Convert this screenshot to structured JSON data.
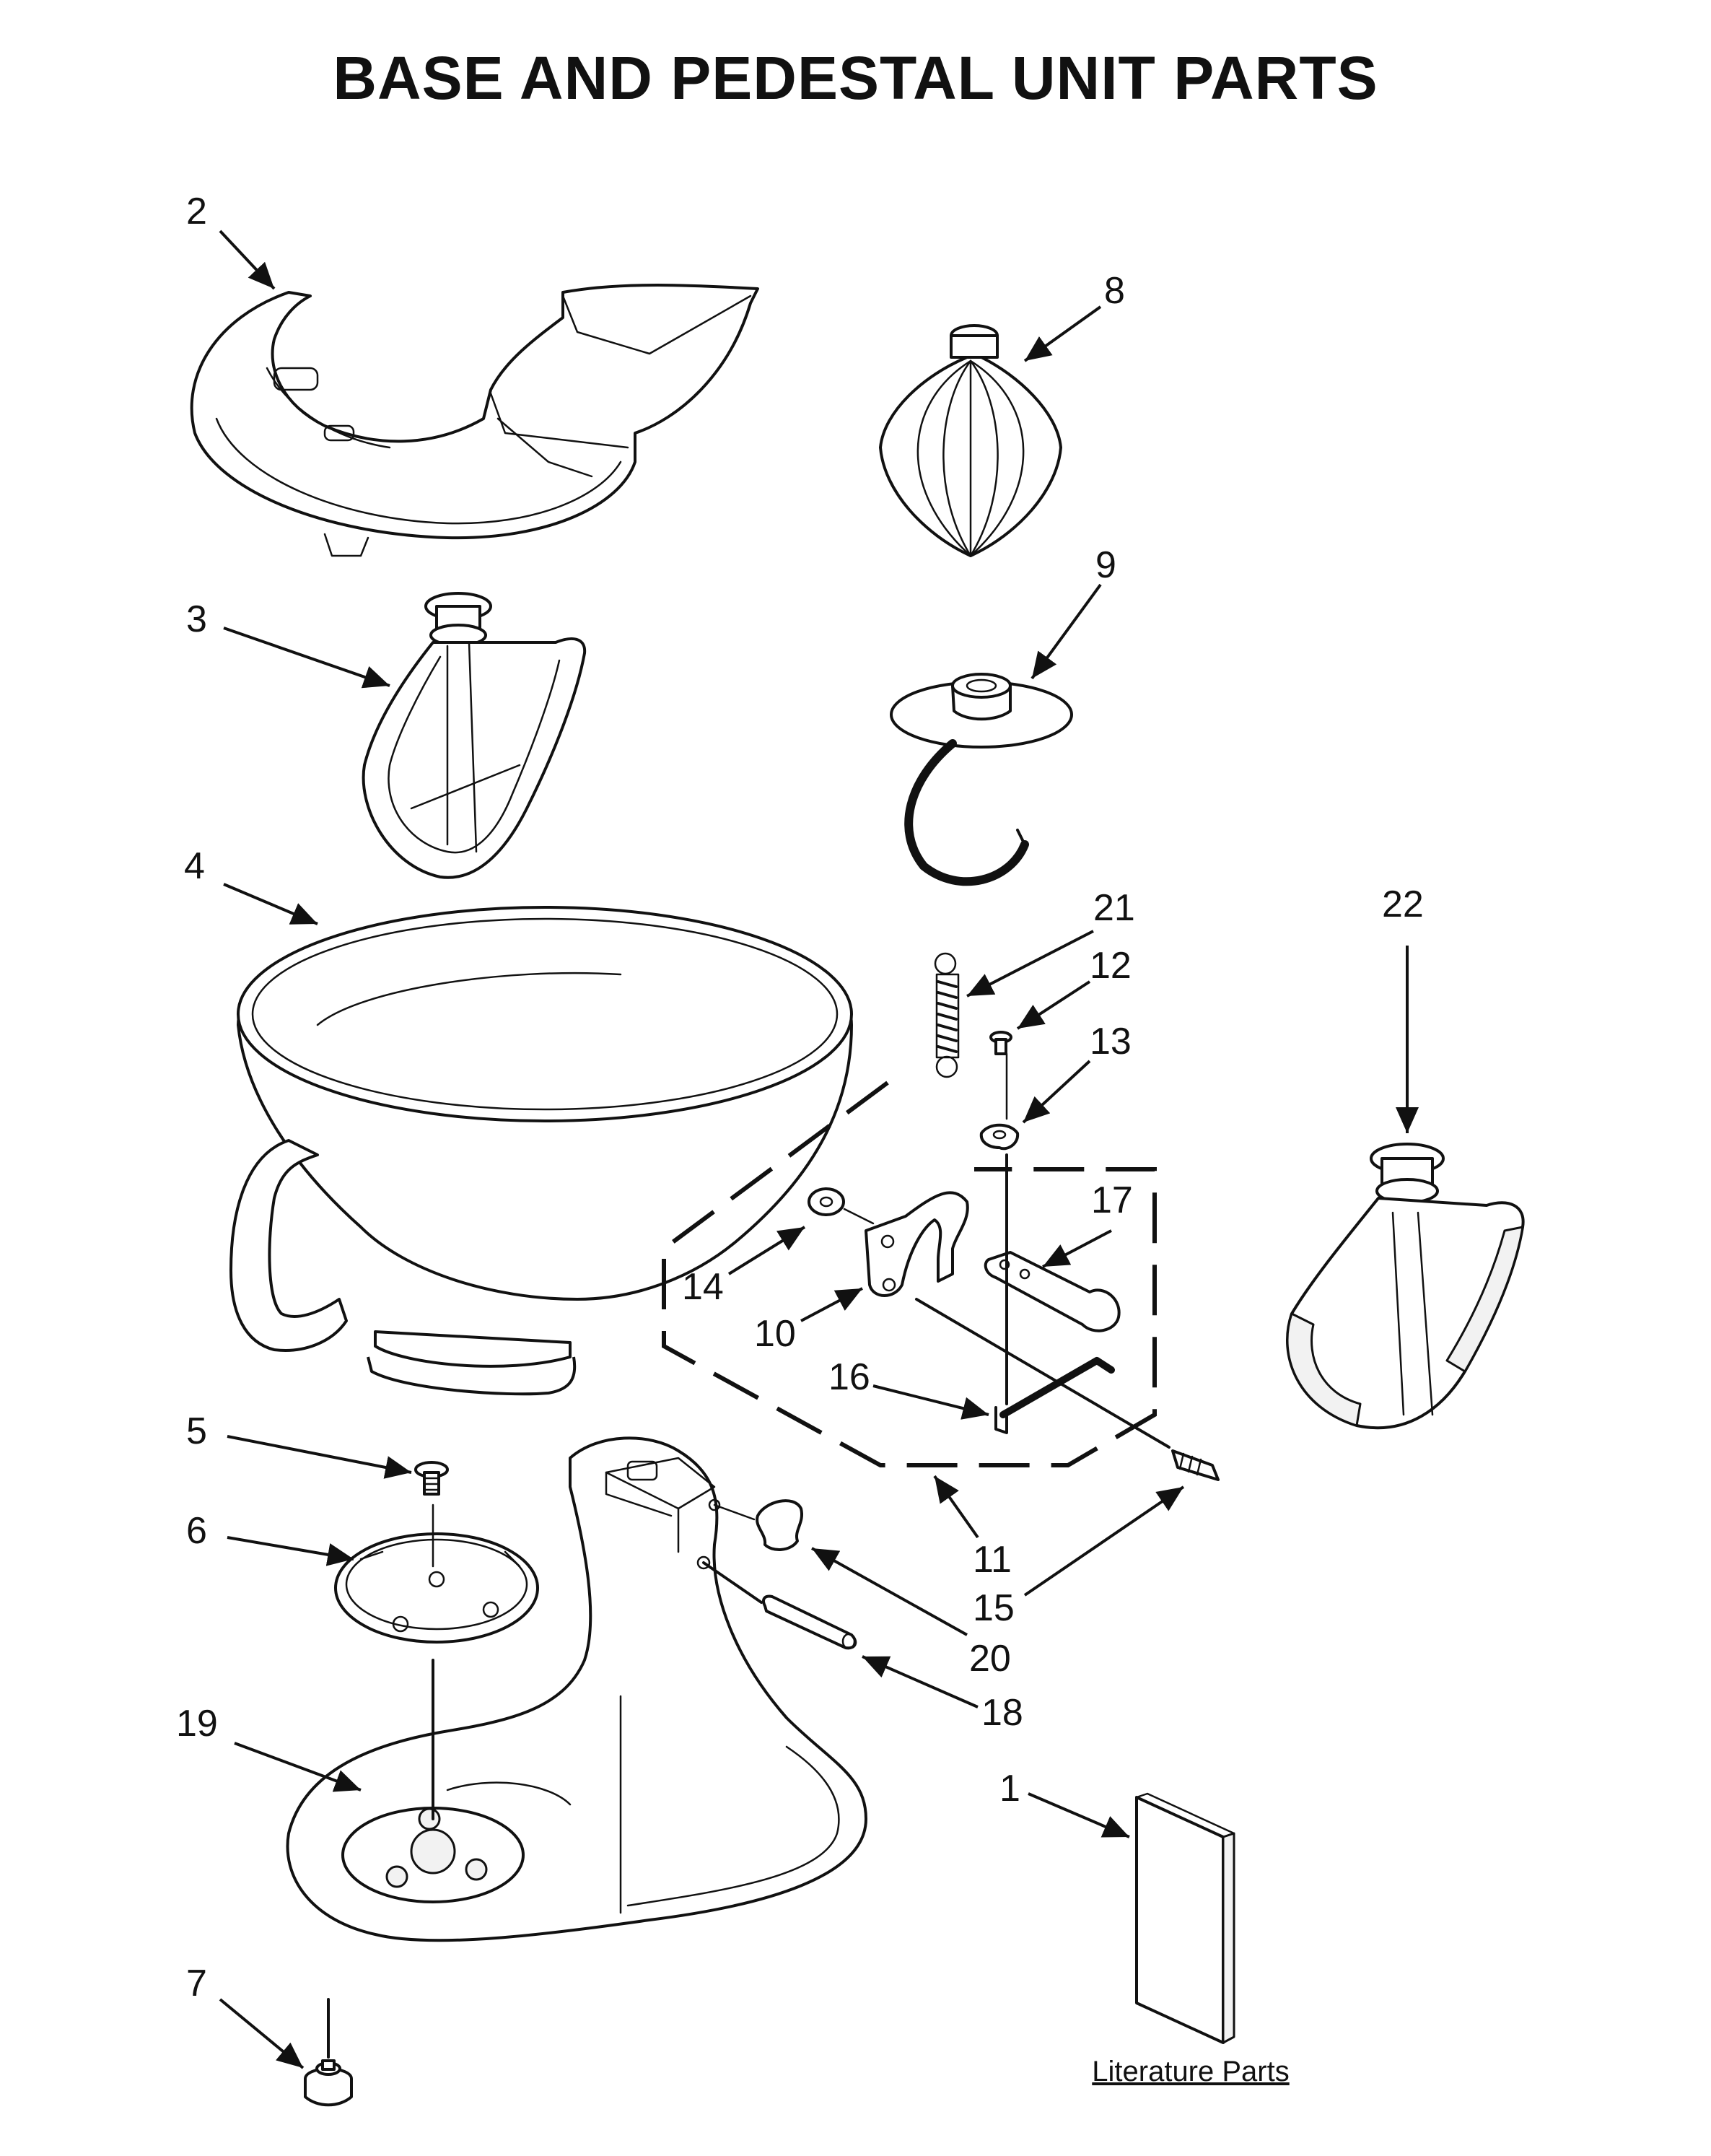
{
  "title": "BASE AND PEDESTAL UNIT PARTS",
  "literature_caption": "Literature Parts",
  "callouts": [
    {
      "id": "c1",
      "label": "1"
    },
    {
      "id": "c2",
      "label": "2"
    },
    {
      "id": "c3",
      "label": "3"
    },
    {
      "id": "c4",
      "label": "4"
    },
    {
      "id": "c5",
      "label": "5"
    },
    {
      "id": "c6",
      "label": "6"
    },
    {
      "id": "c7",
      "label": "7"
    },
    {
      "id": "c8",
      "label": "8"
    },
    {
      "id": "c9",
      "label": "9"
    },
    {
      "id": "c10",
      "label": "10"
    },
    {
      "id": "c11",
      "label": "11"
    },
    {
      "id": "c12",
      "label": "12"
    },
    {
      "id": "c13",
      "label": "13"
    },
    {
      "id": "c14",
      "label": "14"
    },
    {
      "id": "c15",
      "label": "15"
    },
    {
      "id": "c16",
      "label": "16"
    },
    {
      "id": "c17",
      "label": "17"
    },
    {
      "id": "c18",
      "label": "18"
    },
    {
      "id": "c19",
      "label": "19"
    },
    {
      "id": "c20",
      "label": "20"
    },
    {
      "id": "c21",
      "label": "21"
    },
    {
      "id": "c22",
      "label": "22"
    }
  ]
}
